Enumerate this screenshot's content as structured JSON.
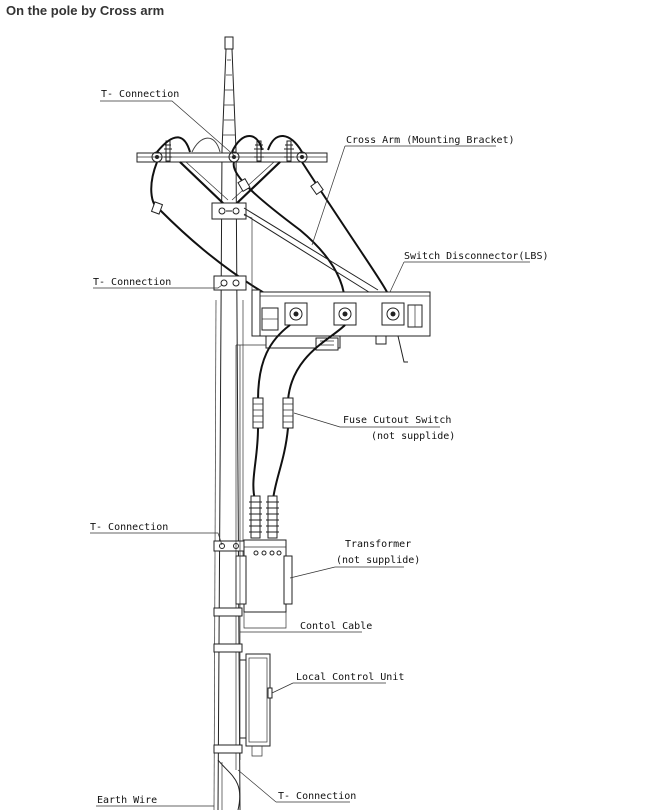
{
  "heading": "On the pole by Cross arm",
  "labels": {
    "t_connection_top": "T- Connection",
    "cross_arm": "Cross Arm (Mounting Bracket)",
    "switch_disconnector": "Switch Disconnector(LBS)",
    "t_connection_mid": "T- Connection",
    "fuse_cutout_1": "Fuse Cutout Switch",
    "fuse_cutout_2": "(not supplide)",
    "t_connection_lower": "T- Connection",
    "transformer_1": "Transformer",
    "transformer_2": "(not supplide)",
    "control_cable": "Contol Cable",
    "local_control_unit": "Local Control Unit",
    "earth_wire": "Earth Wire",
    "t_connection_bottom": "T- Connection"
  },
  "colors": {
    "line": "#222222",
    "text": "#111111",
    "heading": "#333333",
    "background": "#ffffff"
  }
}
